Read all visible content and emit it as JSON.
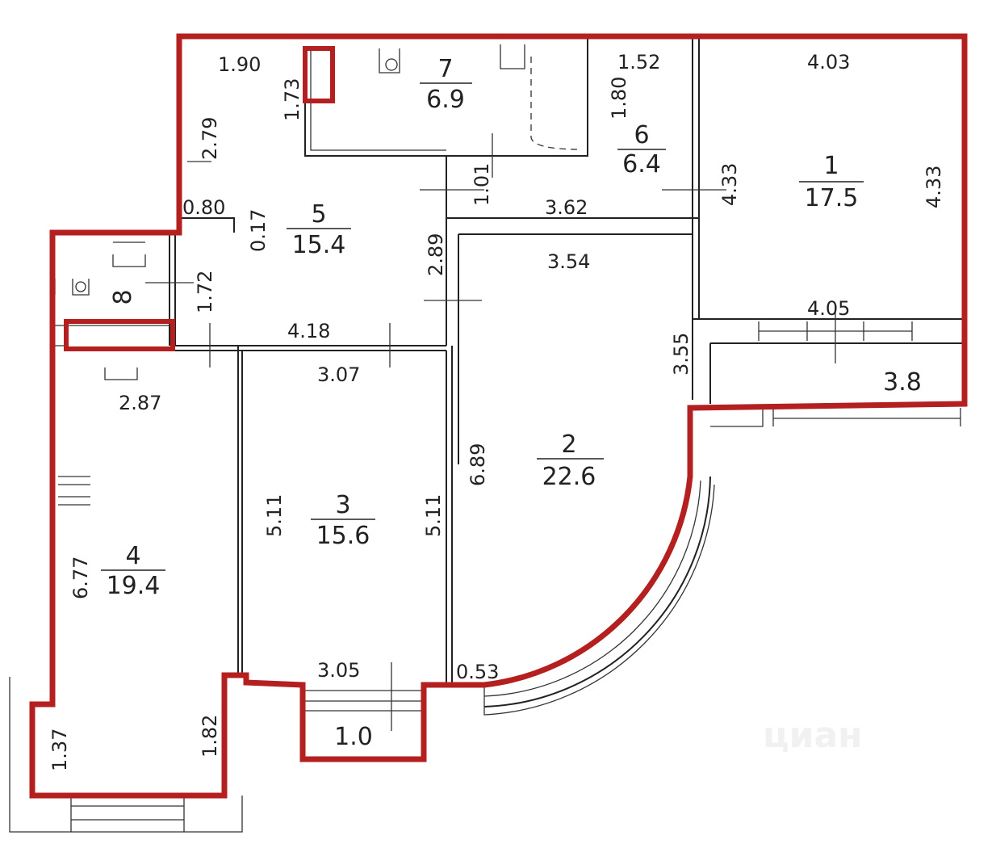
{
  "rooms": [
    {
      "number": "1",
      "area": "17.5"
    },
    {
      "number": "2",
      "area": "22.6"
    },
    {
      "number": "3",
      "area": "15.6"
    },
    {
      "number": "4",
      "area": "19.4"
    },
    {
      "number": "5",
      "area": "15.4"
    },
    {
      "number": "6",
      "area": "6.4"
    },
    {
      "number": "7",
      "area": "6.9"
    },
    {
      "number": "8",
      "area": ""
    }
  ],
  "balconies": [
    "3.8",
    "1.0"
  ],
  "dimensions": {
    "d190": "1.90",
    "d173": "1.73",
    "d279": "2.79",
    "d080": "0.80",
    "d017": "0.17",
    "d172": "1.72",
    "d418": "4.18",
    "d307": "3.07",
    "d287": "2.87",
    "d289": "2.89",
    "d101": "1.01",
    "d152": "1.52",
    "d180": "1.80",
    "d362": "3.62",
    "d403": "4.03",
    "d433a": "4.33",
    "d433b": "4.33",
    "d354": "3.54",
    "d405": "4.05",
    "d355": "3.55",
    "d689": "6.89",
    "d511a": "5.11",
    "d511b": "5.11",
    "d677": "6.77",
    "d305": "3.05",
    "d053": "0.53",
    "d137": "1.37",
    "d182": "1.82"
  },
  "watermark": "циан",
  "colors": {
    "outline": "#b3201f",
    "walls": "#222222"
  }
}
